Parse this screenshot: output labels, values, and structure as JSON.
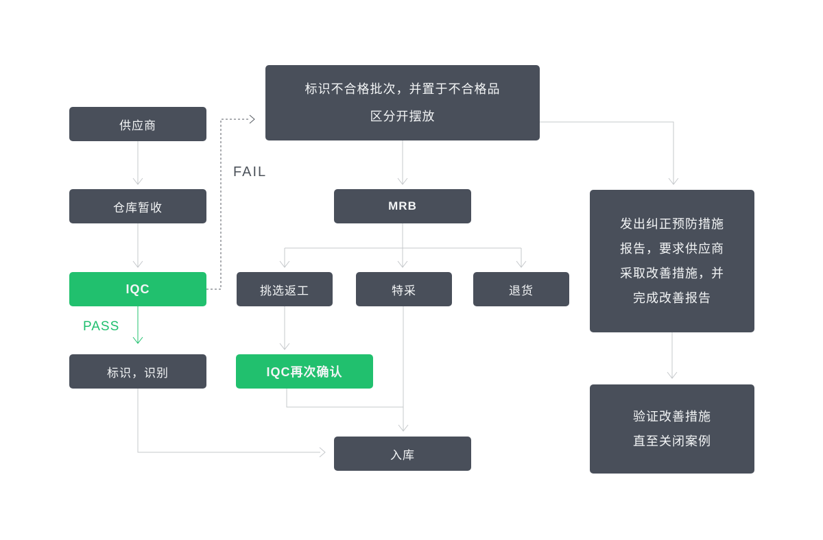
{
  "flowchart": {
    "colors": {
      "background": "#ffffff",
      "node_dark": "#494f5a",
      "node_green": "#21c06e",
      "node_text": "#f3f5f6",
      "connector": "#c5c8cb",
      "dashed_connector": "#555a61",
      "pass_label_color": "#1fbf6e",
      "fail_label_color": "#4b5159"
    },
    "nodes": {
      "supplier": {
        "label": "供应商"
      },
      "warehouse_receive": {
        "label": "仓库暂收"
      },
      "iqc": {
        "label": "IQC"
      },
      "mark_identify": {
        "label": "标识，识别"
      },
      "mark_nonconforming": {
        "lines": [
          "标识不合格批次，并置于不合格品",
          "区分开摆放"
        ]
      },
      "mrb": {
        "label": "MRB"
      },
      "sort_rework": {
        "label": "挑选返工"
      },
      "special_acceptance": {
        "label": "特采"
      },
      "return_goods": {
        "label": "退货"
      },
      "iqc_reconfirm": {
        "label": "IQC再次确认"
      },
      "warehouse_in": {
        "label": "入库"
      },
      "capa_report": {
        "lines": [
          "发出纠正预防措施",
          "报告，要求供应商",
          "采取改善措施，并",
          "完成改善报告"
        ]
      },
      "verify_improvement": {
        "lines": [
          "验证改善措施",
          "直至关闭案例"
        ]
      }
    },
    "edge_labels": {
      "pass": "PASS",
      "fail": "FAIL"
    }
  }
}
